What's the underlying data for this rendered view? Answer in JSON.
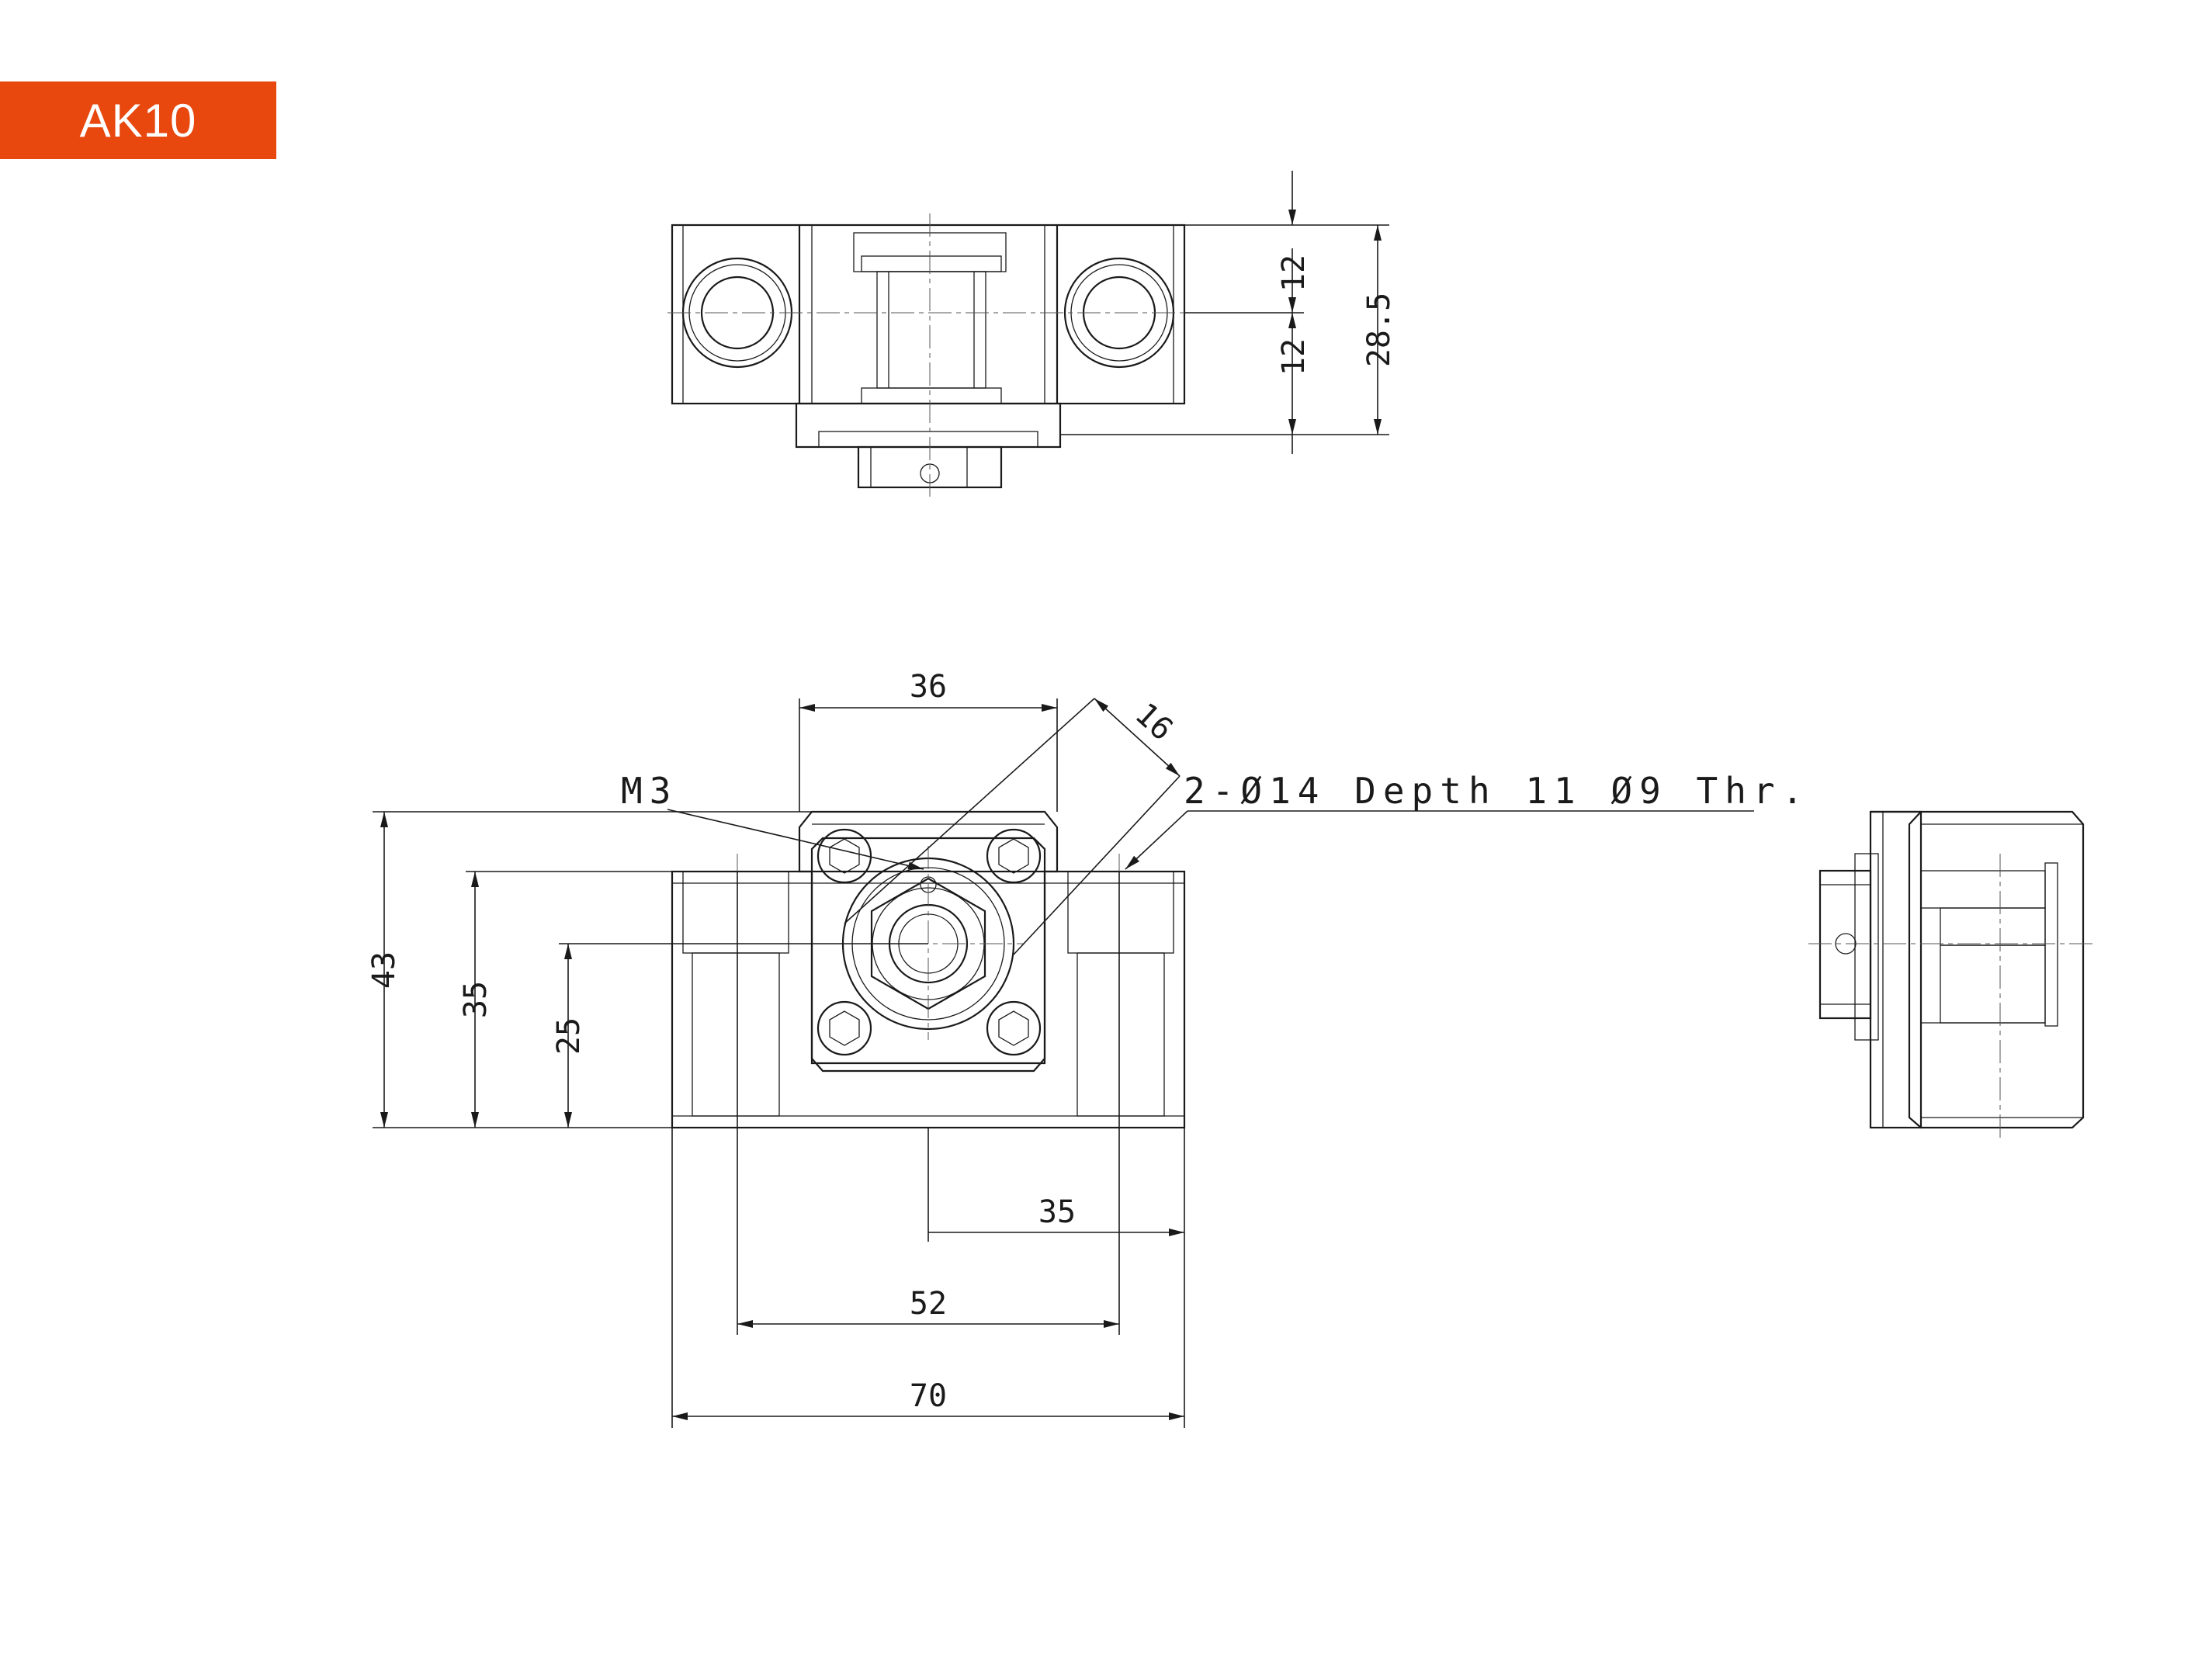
{
  "badge": {
    "label": "AK10",
    "color": "#E8470E"
  },
  "top_view": {
    "dims": {
      "upper": "12",
      "lower": "12",
      "total": "28.5"
    }
  },
  "front_view": {
    "dims": {
      "top_width": "36",
      "diag": "16",
      "height_total": "43",
      "height_mid": "35",
      "height_center": "25",
      "half_width": "35",
      "hole_pitch": "52",
      "total_width": "70"
    },
    "callouts": {
      "thread": "M3",
      "holes": "2-Ø14 Depth 11 Ø9 Thr."
    }
  }
}
